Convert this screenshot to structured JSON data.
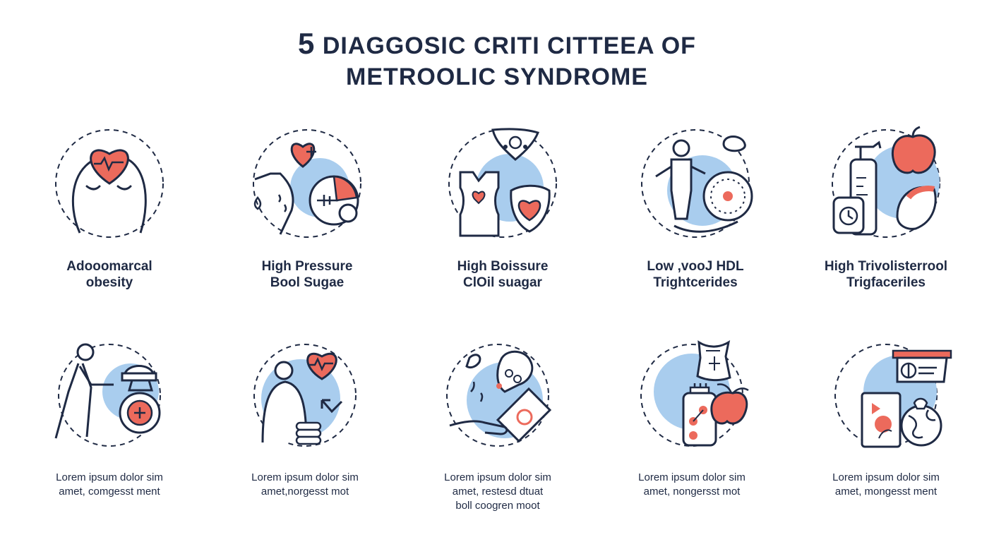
{
  "title": {
    "number": "5",
    "line1": "DIAGGOSIC CRITI CITTEEA OF",
    "line2": "METROOLIC SYNDROME"
  },
  "colors": {
    "navy": "#1f2a44",
    "blue": "#a9cdee",
    "red": "#ec6a5c"
  },
  "top_row": [
    {
      "icon": "head-heart-icon",
      "label": [
        "Adooomarcal",
        "obesity"
      ]
    },
    {
      "icon": "heart-gauge-icon",
      "label": [
        "High Pressure",
        "Bool Sugae"
      ]
    },
    {
      "icon": "body-shield-heart-icon",
      "label": [
        "High Boissure",
        "ClOil suagar"
      ]
    },
    {
      "icon": "person-cell-icon",
      "label": [
        "Low ,vooJ HDL",
        "Trightcerides"
      ]
    },
    {
      "icon": "bottle-apple-icon",
      "label": [
        "High Trivolisterrool",
        "Trigfaceriles"
      ]
    }
  ],
  "bottom_row": [
    {
      "icon": "walking-person-icon",
      "text": [
        "Lorem ipsum dolor sim",
        "amet, comgesst ment"
      ]
    },
    {
      "icon": "person-heart-icon",
      "text": [
        "Lorem ipsum dolor sim",
        "amet,norgesst mot"
      ]
    },
    {
      "icon": "hand-phone-icon",
      "text": [
        "Lorem ipsum dolor sim",
        "amet, restesd dtuat",
        "boll coogren moot"
      ]
    },
    {
      "icon": "jar-apple-icon",
      "text": [
        "Lorem ipsum dolor sim",
        "amet, nongersst mot"
      ]
    },
    {
      "icon": "document-globe-icon",
      "text": [
        "Lorem ipsum dolor sim",
        "amet, mongesst ment"
      ]
    }
  ]
}
